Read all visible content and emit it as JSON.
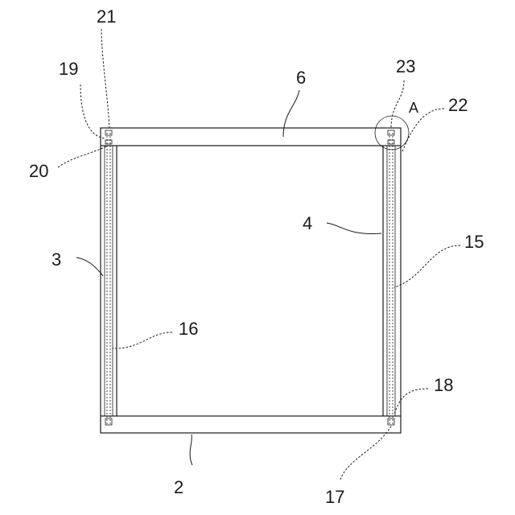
{
  "labels": {
    "ref_2": "2",
    "ref_3": "3",
    "ref_4": "4",
    "ref_6": "6",
    "ref_15": "15",
    "ref_16": "16",
    "ref_17": "17",
    "ref_18": "18",
    "ref_19": "19",
    "ref_20": "20",
    "ref_21": "21",
    "ref_22": "22",
    "ref_23": "23",
    "detail_a": "A"
  }
}
